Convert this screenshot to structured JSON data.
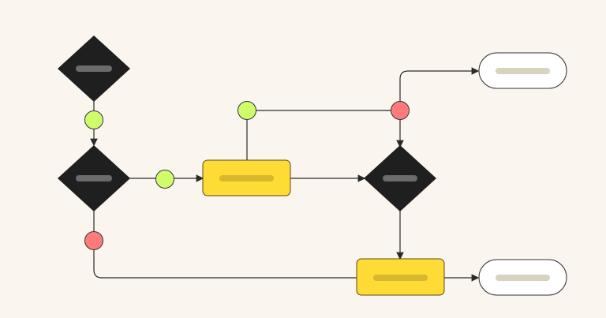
{
  "canvas": {
    "background": "#faf6ef"
  },
  "colors": {
    "line": "#2a2a2a",
    "decision_fill": "#1f1f1f",
    "decision_bar": "#6b6b6b",
    "process_fill": "#ffdb35",
    "process_stroke": "#5a4a1a",
    "process_bar": "#d7b72e",
    "terminal_fill": "#ffffff",
    "terminal_stroke": "#333333",
    "terminal_bar": "#d8d3c0",
    "connector_yes": "#cffc6a",
    "connector_no": "#ff7a7a"
  },
  "diagram": {
    "type": "flowchart",
    "nodes": [
      {
        "id": "decision-1",
        "shape": "decision",
        "text": ""
      },
      {
        "id": "decision-2",
        "shape": "decision",
        "text": ""
      },
      {
        "id": "decision-3",
        "shape": "decision",
        "text": ""
      },
      {
        "id": "process-1",
        "shape": "process",
        "text": ""
      },
      {
        "id": "process-2",
        "shape": "process",
        "text": ""
      },
      {
        "id": "terminal-1",
        "shape": "terminal",
        "text": ""
      },
      {
        "id": "terminal-2",
        "shape": "terminal",
        "text": ""
      }
    ],
    "connectors": [
      {
        "id": "c1",
        "kind": "yes"
      },
      {
        "id": "c2",
        "kind": "yes"
      },
      {
        "id": "c3",
        "kind": "yes"
      },
      {
        "id": "c4",
        "kind": "no"
      },
      {
        "id": "c5",
        "kind": "no"
      }
    ]
  }
}
